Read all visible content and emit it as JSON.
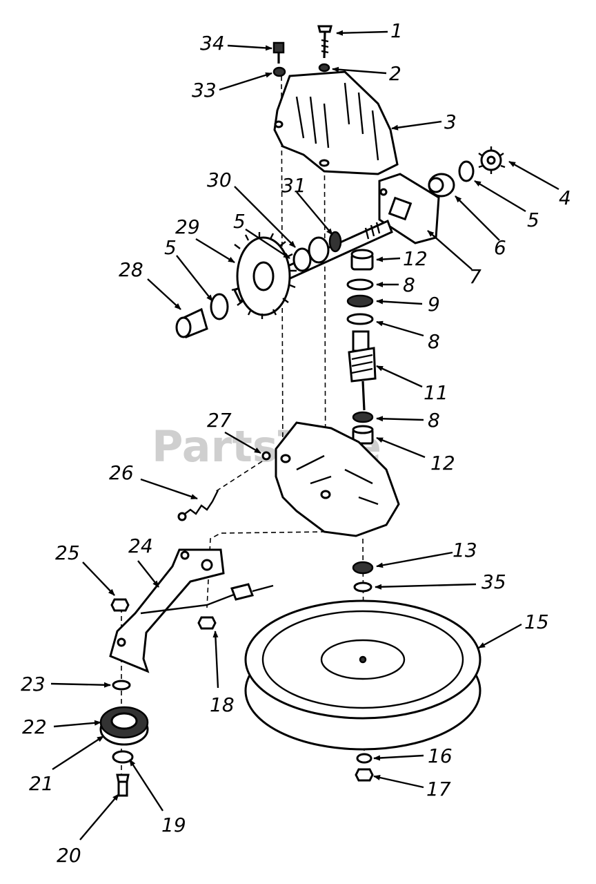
{
  "watermark": "PartsTree",
  "callouts": [
    "1",
    "2",
    "3",
    "4",
    "5",
    "6",
    "7",
    "5",
    "30",
    "31",
    "5",
    "29",
    "28",
    "12",
    "8",
    "9",
    "8",
    "11",
    "8",
    "12",
    "27",
    "26",
    "13",
    "35",
    "15",
    "25",
    "24",
    "18",
    "23",
    "22",
    "21",
    "19",
    "20",
    "16",
    "17",
    "33",
    "34"
  ]
}
